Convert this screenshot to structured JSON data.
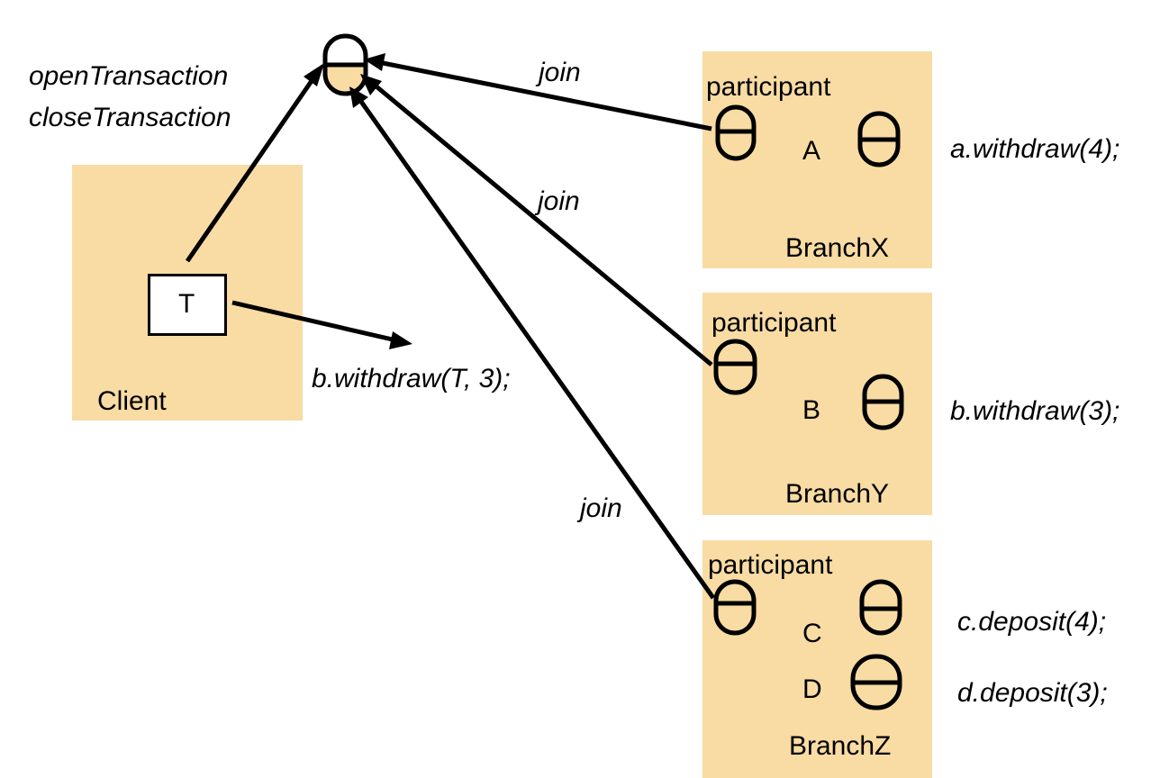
{
  "client": {
    "label": "Client",
    "transaction_label": "T",
    "call": "b.withdraw(T, 3);"
  },
  "coordinator": {
    "operations": [
      "openTransaction",
      "closeTransaction"
    ]
  },
  "branches": [
    {
      "name": "BranchX",
      "participant_label": "participant",
      "objects": [
        "A"
      ],
      "operations": [
        "a.withdraw(4);"
      ],
      "join_label": "join"
    },
    {
      "name": "BranchY",
      "participant_label": "participant",
      "objects": [
        "B"
      ],
      "operations": [
        "b.withdraw(3);"
      ],
      "join_label": "join"
    },
    {
      "name": "BranchZ",
      "participant_label": "participant",
      "objects": [
        "C",
        "D"
      ],
      "operations": [
        "c.deposit(4);",
        "d.deposit(3);"
      ],
      "join_label": "join"
    }
  ],
  "colors": {
    "box_fill": "#f8dca4",
    "stroke": "#000000"
  }
}
